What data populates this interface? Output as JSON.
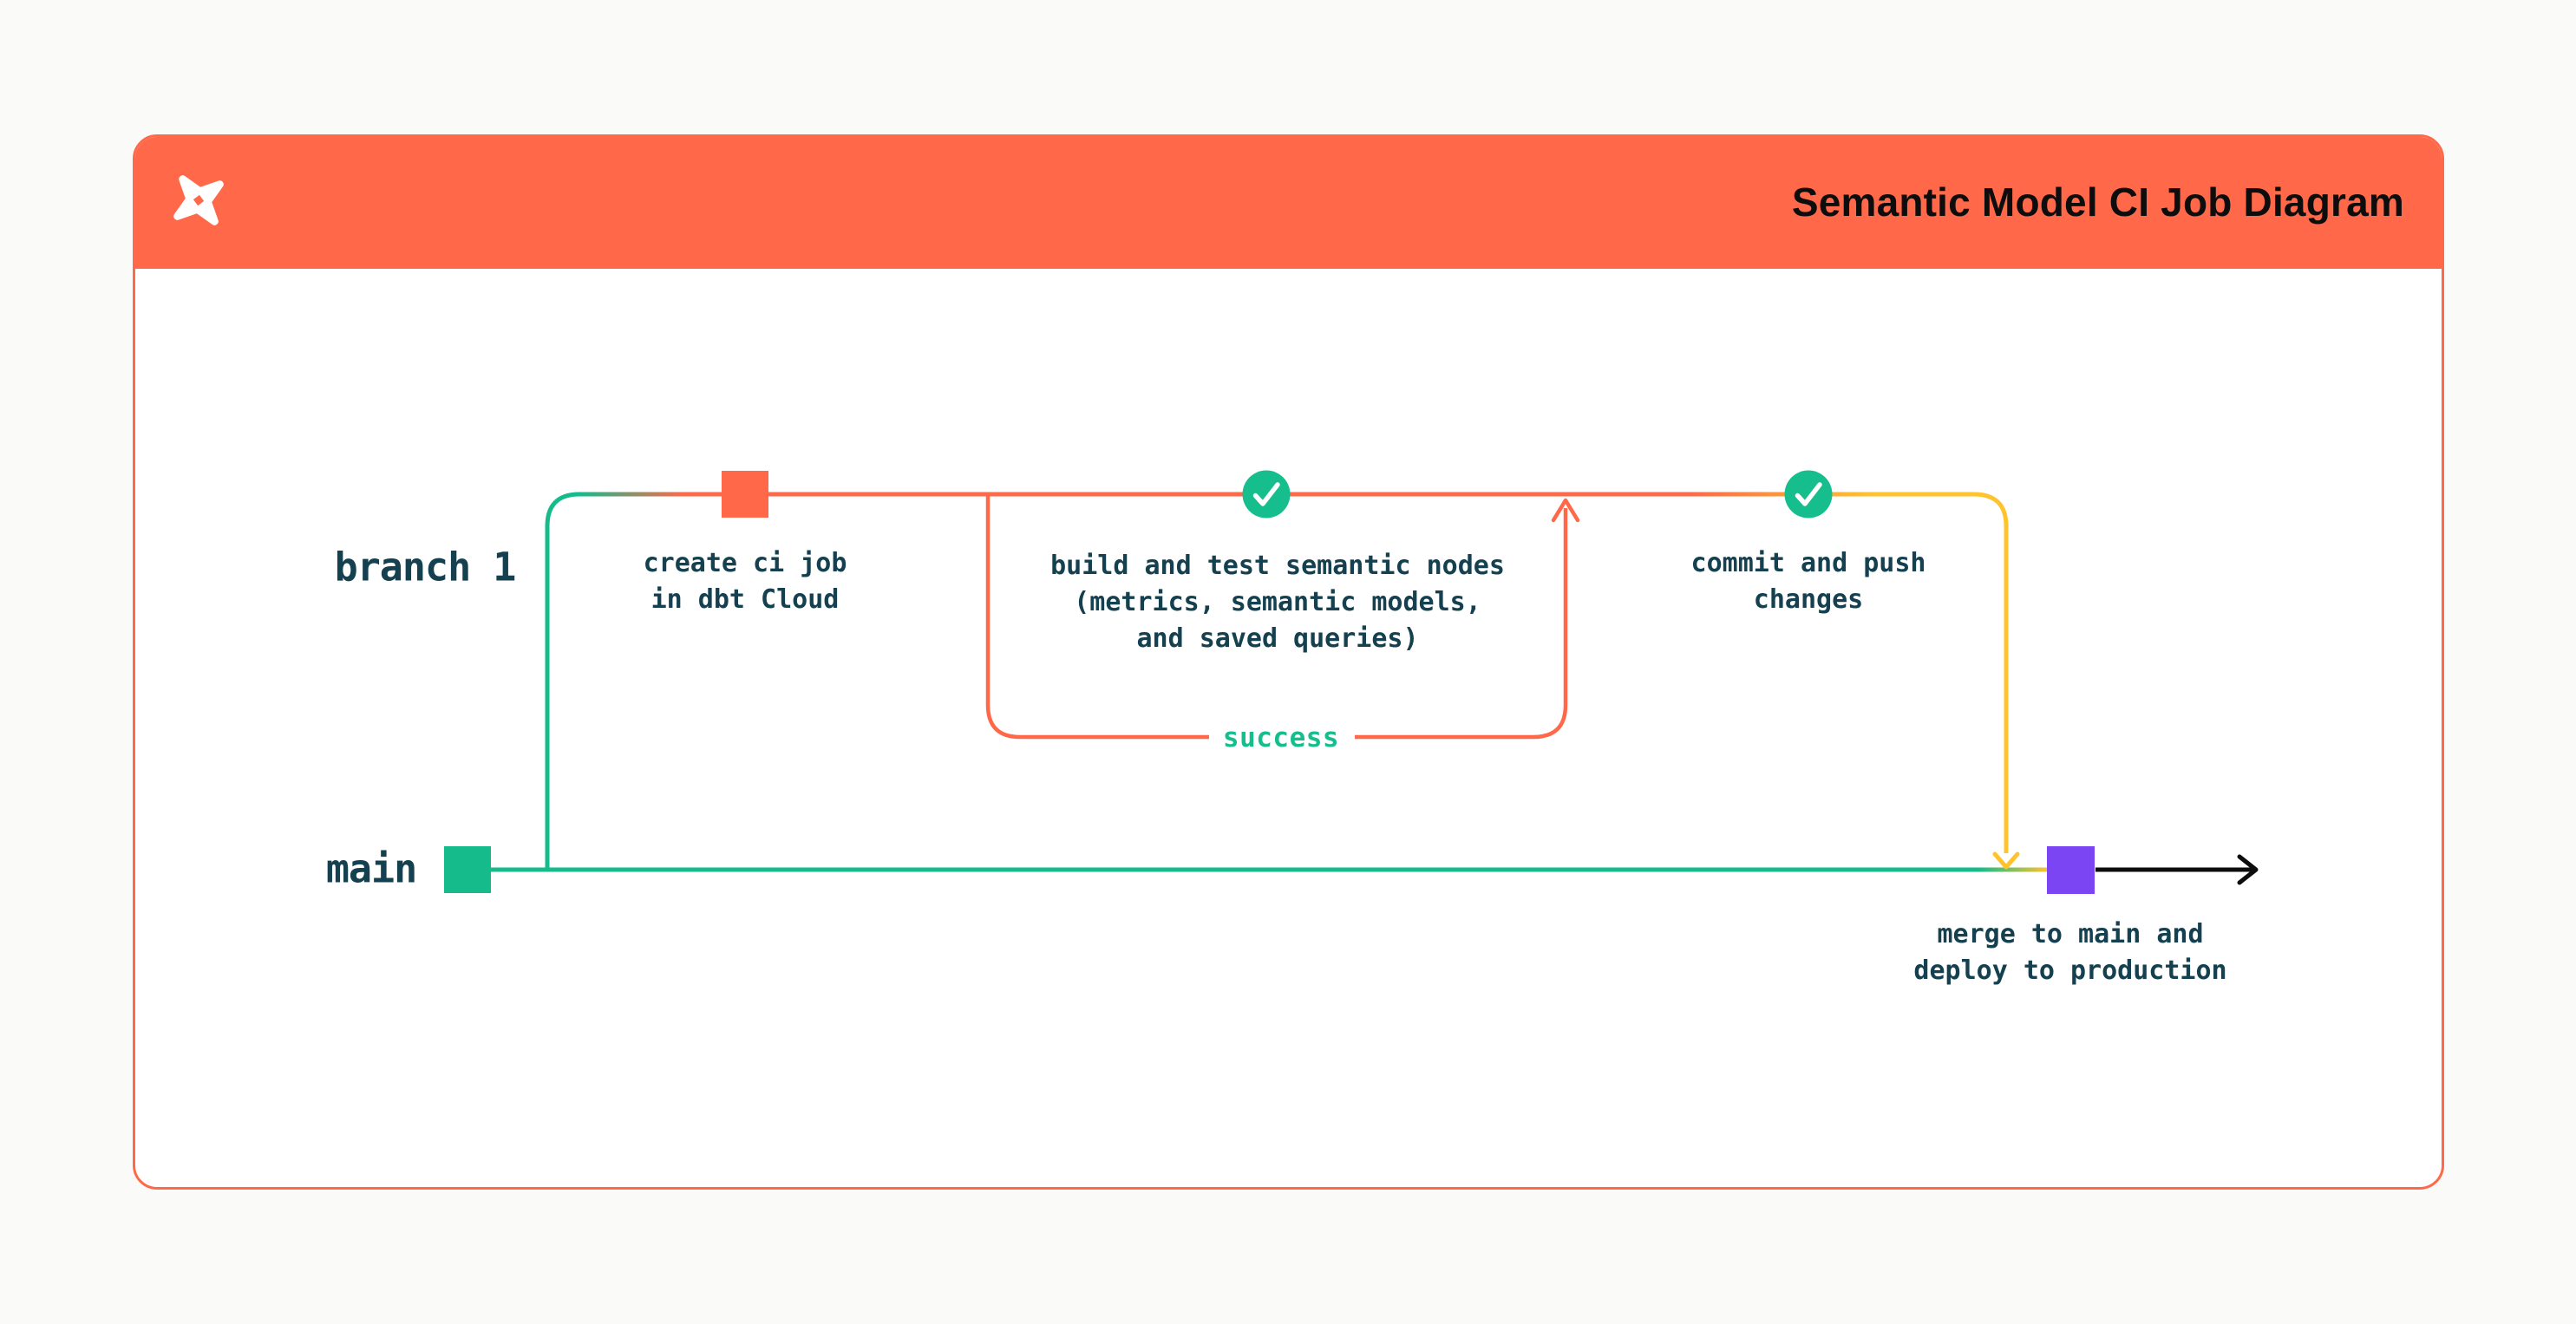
{
  "header": {
    "title": "Semantic Model CI Job Diagram",
    "logo_icon": "dbt-logo"
  },
  "diagram": {
    "branch_labels": [
      {
        "id": "branch-1",
        "label": "branch 1"
      },
      {
        "id": "main",
        "label": "main"
      }
    ],
    "nodes": [
      {
        "id": "create-ci-job",
        "marker": "orange-commit-square",
        "label": "create ci job\nin dbt Cloud"
      },
      {
        "id": "build-and-test",
        "marker": "check-circle",
        "label": "build and test semantic nodes\n(metrics, semantic models,\nand saved queries)"
      },
      {
        "id": "commit-and-push",
        "marker": "check-circle",
        "label": "commit and push\nchanges"
      },
      {
        "id": "merge-to-main",
        "marker": "purple-merge-square",
        "label": "merge to main and\ndeploy to production"
      }
    ],
    "edge_labels": {
      "success": "success"
    }
  },
  "colors": {
    "header_orange": "#FF6848",
    "line_orange": "#FF6848",
    "line_green": "#15BB8B",
    "line_yellow": "#FFC42D",
    "check_green": "#17BE8D",
    "merge_purple": "#7C45F3",
    "dark_text": "#14404F",
    "title_text": "#0D0D0D",
    "arrow_black": "#0D0D0D",
    "card_bg": "#FFFFFF",
    "page_bg": "#FAFAF8"
  }
}
